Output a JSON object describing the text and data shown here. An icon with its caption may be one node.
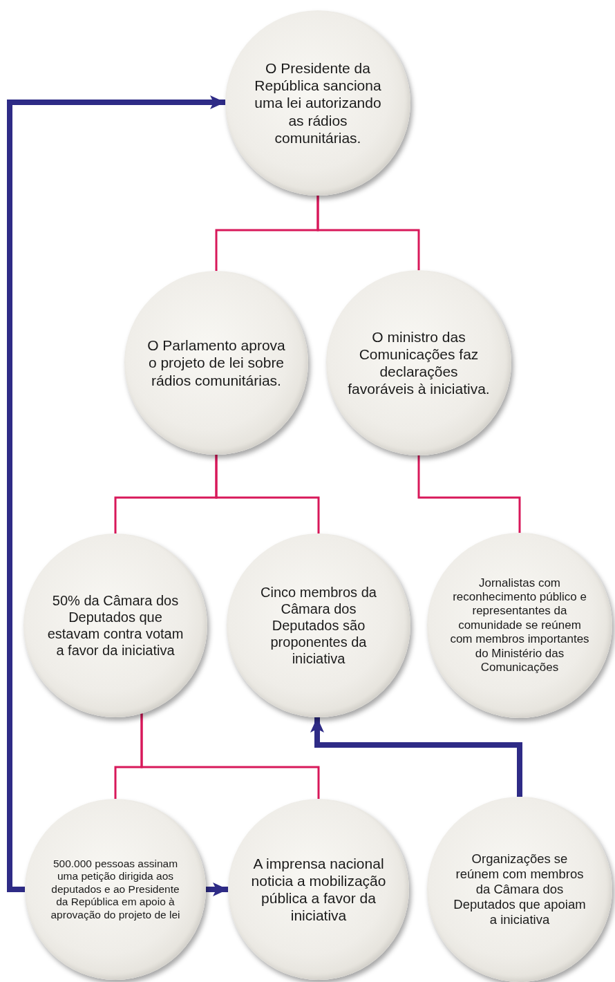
{
  "diagram": {
    "nodes": [
      {
        "text": [
          "O Presidente da República sanciona uma lei autorizando as rádios comunitárias."
        ]
      },
      {
        "text": [
          "O Parlamento aprova o projeto de lei sobre rádios comunitárias."
        ]
      },
      {
        "text": [
          "O ministro das Comunicações faz declarações favoráveis à iniciativa."
        ]
      },
      {
        "text": [
          "50% da Câmara dos Deputados que estavam contra votam a favor da iniciativa"
        ]
      },
      {
        "text": [
          "Cinco membros da Câmara dos Deputados são proponentes da iniciativa"
        ]
      },
      {
        "text": [
          "Jornalistas com reconhecimento público e representantes da comunidade se reúnem com membros importantes do Ministério das Comunicações"
        ]
      },
      {
        "text": [
          "500.000 pessoas assinam uma petição dirigida aos deputados e ao Presidente da República em apoio à aprovação do projeto de lei"
        ]
      },
      {
        "text": [
          "A imprensa nacional noticia a mobilização pública a favor da iniciativa"
        ]
      },
      {
        "text": [
          "Organizações se reúnem com membros da Câmara dos Deputados que apoiam a iniciativa"
        ]
      }
    ],
    "edges": [
      {
        "from": 0,
        "to": 1,
        "arrow": "none"
      },
      {
        "from": 0,
        "to": 2,
        "arrow": "none"
      },
      {
        "from": 1,
        "to": 3,
        "arrow": "none"
      },
      {
        "from": 1,
        "to": 4,
        "arrow": "none"
      },
      {
        "from": 2,
        "to": 5,
        "arrow": "none"
      },
      {
        "from": 3,
        "to": 6,
        "arrow": "none"
      },
      {
        "from": 3,
        "to": 7,
        "arrow": "none"
      },
      {
        "from": 6,
        "to": 0,
        "arrow": "to",
        "style": "thick",
        "color": "#2e2b86"
      },
      {
        "from": 6,
        "to": 7,
        "arrow": "to",
        "style": "thick",
        "color": "#2e2b86"
      },
      {
        "from": 8,
        "to": 4,
        "arrow": "to",
        "style": "thick",
        "color": "#2e2b86"
      }
    ]
  }
}
